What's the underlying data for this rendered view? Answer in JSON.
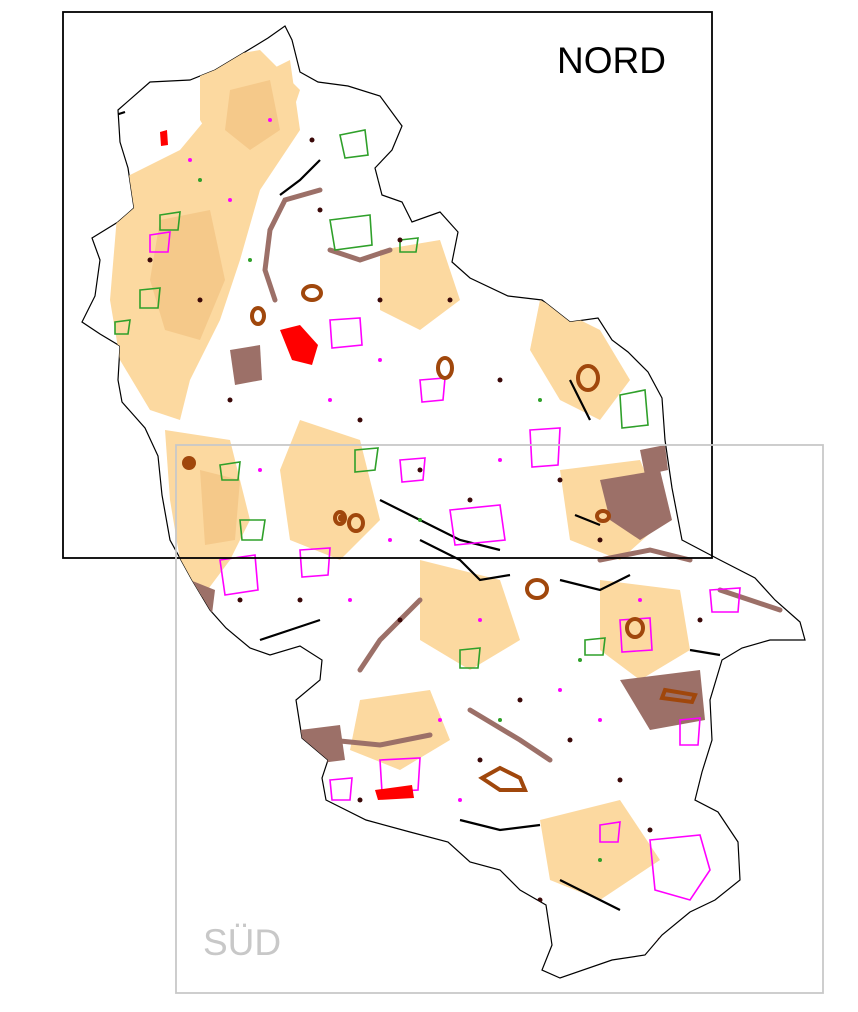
{
  "map": {
    "regions": [
      {
        "id": "nord",
        "label": "NORD",
        "frame_color": "#000000",
        "label_color": "#000000"
      },
      {
        "id": "sued",
        "label": "SÜD",
        "frame_color": "#c8c8c8",
        "label_color": "#c8c8c8"
      }
    ],
    "colors": {
      "background": "#ffffff",
      "district_outline": "#000000",
      "settlement_area": "#fcd9a0",
      "settlement_dark": "#f5c98a",
      "brown_patches": "#9c7068",
      "green_outlines": "#2fa02a",
      "magenta_outlines": "#ff00ff",
      "dark_points": "#3a0808",
      "black_lines": "#000000",
      "red_areas": "#ff0000",
      "rust_rings": "#a0470c"
    }
  }
}
